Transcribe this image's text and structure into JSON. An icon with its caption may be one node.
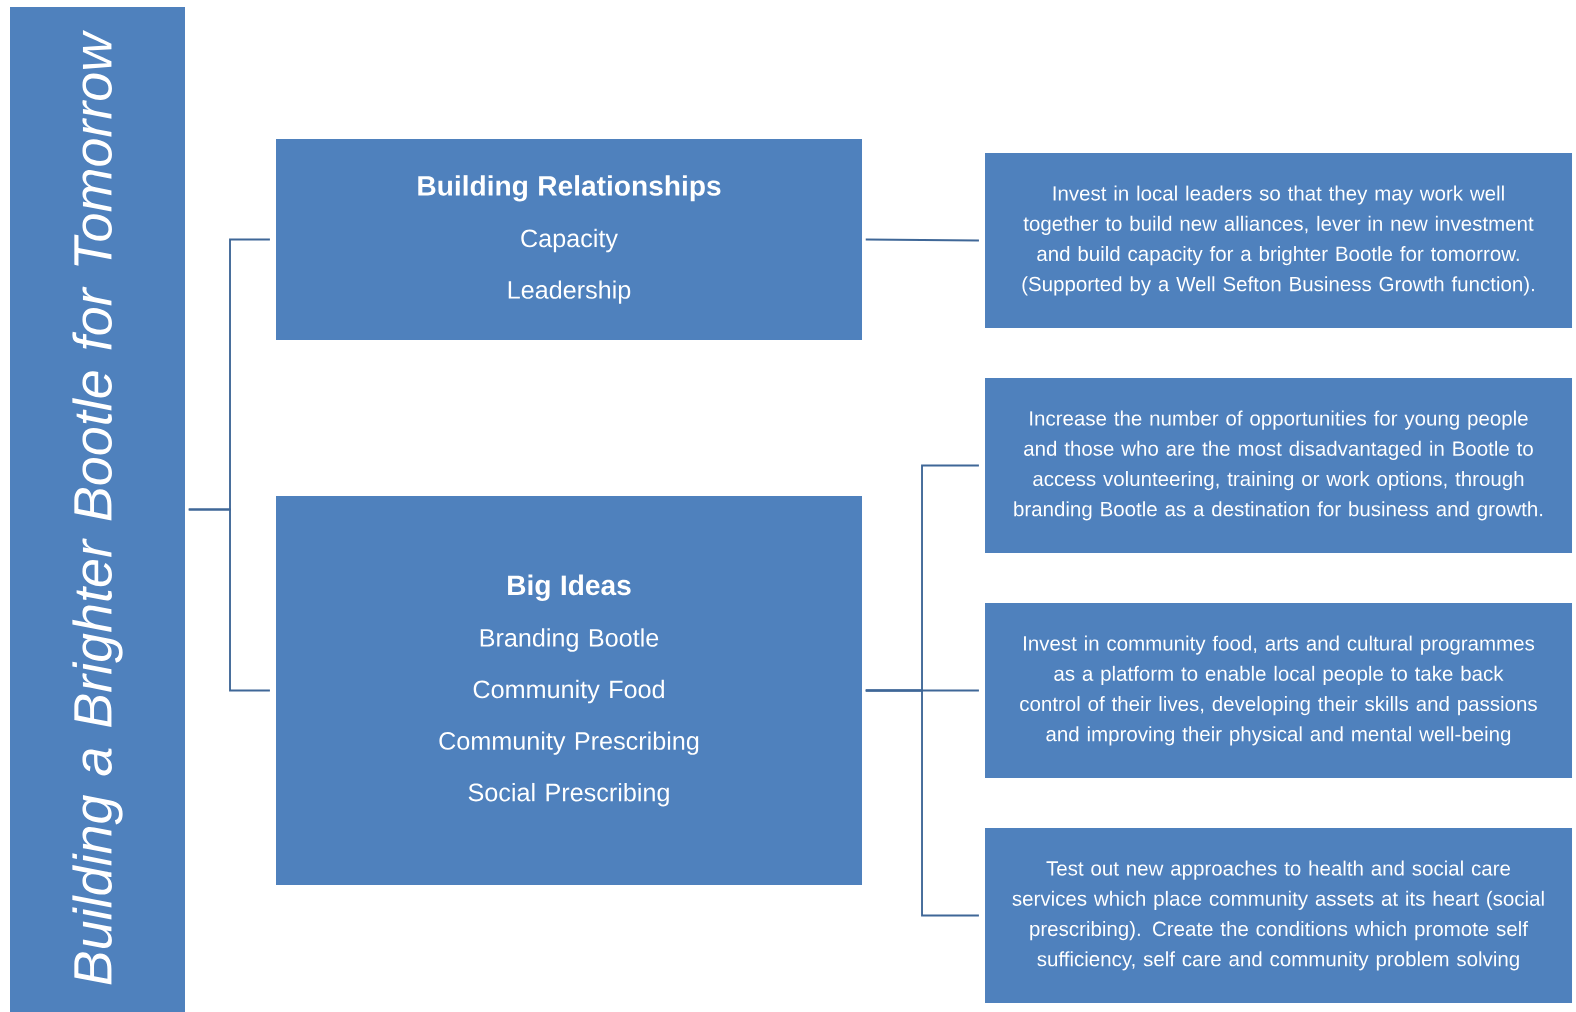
{
  "diagram": {
    "nodes": [
      {
        "text": [
          "Building a Brighter Bootle for Tomorrow"
        ]
      },
      {
        "text": [
          "Building Relationships",
          "Capacity",
          "Leadership"
        ]
      },
      {
        "text": [
          "Big Ideas",
          "Branding Bootle",
          "Community Food",
          "Community Prescribing",
          "Social Prescribing"
        ]
      },
      {
        "text": [
          "Invest in local leaders so that they may work well together to build new alliances, lever in new investment and build capacity for a brighter Bootle for tomorrow. (Supported by a Well Sefton Business Growth function)."
        ]
      },
      {
        "text": [
          "Increase the number of opportunities for young people and those who are the most disadvantaged in Bootle to access volunteering, training or work options, through branding Bootle as a destination for business and growth."
        ]
      },
      {
        "text": [
          "Invest in community food, arts and cultural programmes as a platform to enable local people to take back control of their lives, developing their skills and passions and improving their physical and mental well-being"
        ]
      },
      {
        "text": [
          "Test out new approaches to health and social care services  which place community assets at its heart (social prescribing). Create the conditions which promote self sufficiency, self care and community problem solving"
        ]
      }
    ],
    "edges": [
      {
        "from": 0,
        "to": 1,
        "arrow": "none"
      },
      {
        "from": 0,
        "to": 2,
        "arrow": "none"
      },
      {
        "from": 1,
        "to": 3,
        "arrow": "none"
      },
      {
        "from": 2,
        "to": 4,
        "arrow": "none"
      },
      {
        "from": 2,
        "to": 5,
        "arrow": "none"
      },
      {
        "from": 2,
        "to": 6,
        "arrow": "none"
      }
    ]
  }
}
